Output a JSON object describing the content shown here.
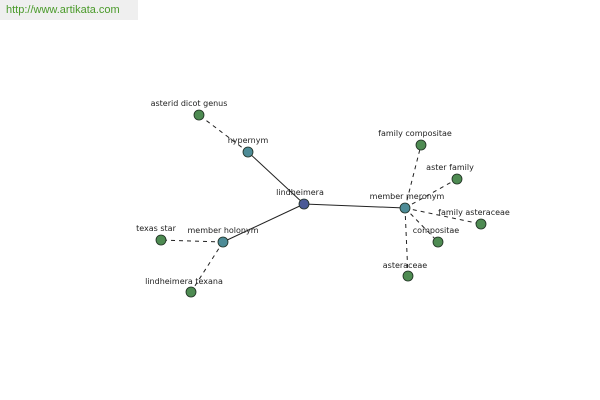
{
  "header": {
    "url": "http://www.artikata.com"
  },
  "colors": {
    "center_node": "#4a5a96",
    "relation_node": "#4d8b96",
    "leaf_node": "#4e8b52",
    "node_stroke": "#1d2d20",
    "solid_edge": "#222222",
    "dashed_edge": "#222222",
    "url_text": "#4a9a2a"
  },
  "graph": {
    "nodes": {
      "center": {
        "label": "lindheimera",
        "kind": "center"
      },
      "hypernym": {
        "label": "hypernym",
        "kind": "relation"
      },
      "member_holonym": {
        "label": "member holonym",
        "kind": "relation"
      },
      "member_meronym": {
        "label": "member meronym",
        "kind": "relation"
      },
      "asterid_dicot_genus": {
        "label": "asterid dicot genus",
        "kind": "leaf"
      },
      "texas_star": {
        "label": "texas star",
        "kind": "leaf"
      },
      "lindheimera_texana": {
        "label": "lindheimera texana",
        "kind": "leaf"
      },
      "family_compositae": {
        "label": "family compositae",
        "kind": "leaf"
      },
      "aster_family": {
        "label": "aster family",
        "kind": "leaf"
      },
      "family_asteraceae": {
        "label": "family asteraceae",
        "kind": "leaf"
      },
      "compositae": {
        "label": "compositae",
        "kind": "leaf"
      },
      "asteraceae": {
        "label": "asteraceae",
        "kind": "leaf"
      }
    },
    "edges": [
      {
        "from": "center",
        "to": "hypernym",
        "style": "solid"
      },
      {
        "from": "center",
        "to": "member_holonym",
        "style": "solid"
      },
      {
        "from": "center",
        "to": "member_meronym",
        "style": "solid"
      },
      {
        "from": "hypernym",
        "to": "asterid_dicot_genus",
        "style": "dashed"
      },
      {
        "from": "member_holonym",
        "to": "texas_star",
        "style": "dashed"
      },
      {
        "from": "member_holonym",
        "to": "lindheimera_texana",
        "style": "dashed"
      },
      {
        "from": "member_meronym",
        "to": "family_compositae",
        "style": "dashed"
      },
      {
        "from": "member_meronym",
        "to": "aster_family",
        "style": "dashed"
      },
      {
        "from": "member_meronym",
        "to": "family_asteraceae",
        "style": "dashed"
      },
      {
        "from": "member_meronym",
        "to": "compositae",
        "style": "dashed"
      },
      {
        "from": "member_meronym",
        "to": "asteraceae",
        "style": "dashed"
      }
    ]
  }
}
